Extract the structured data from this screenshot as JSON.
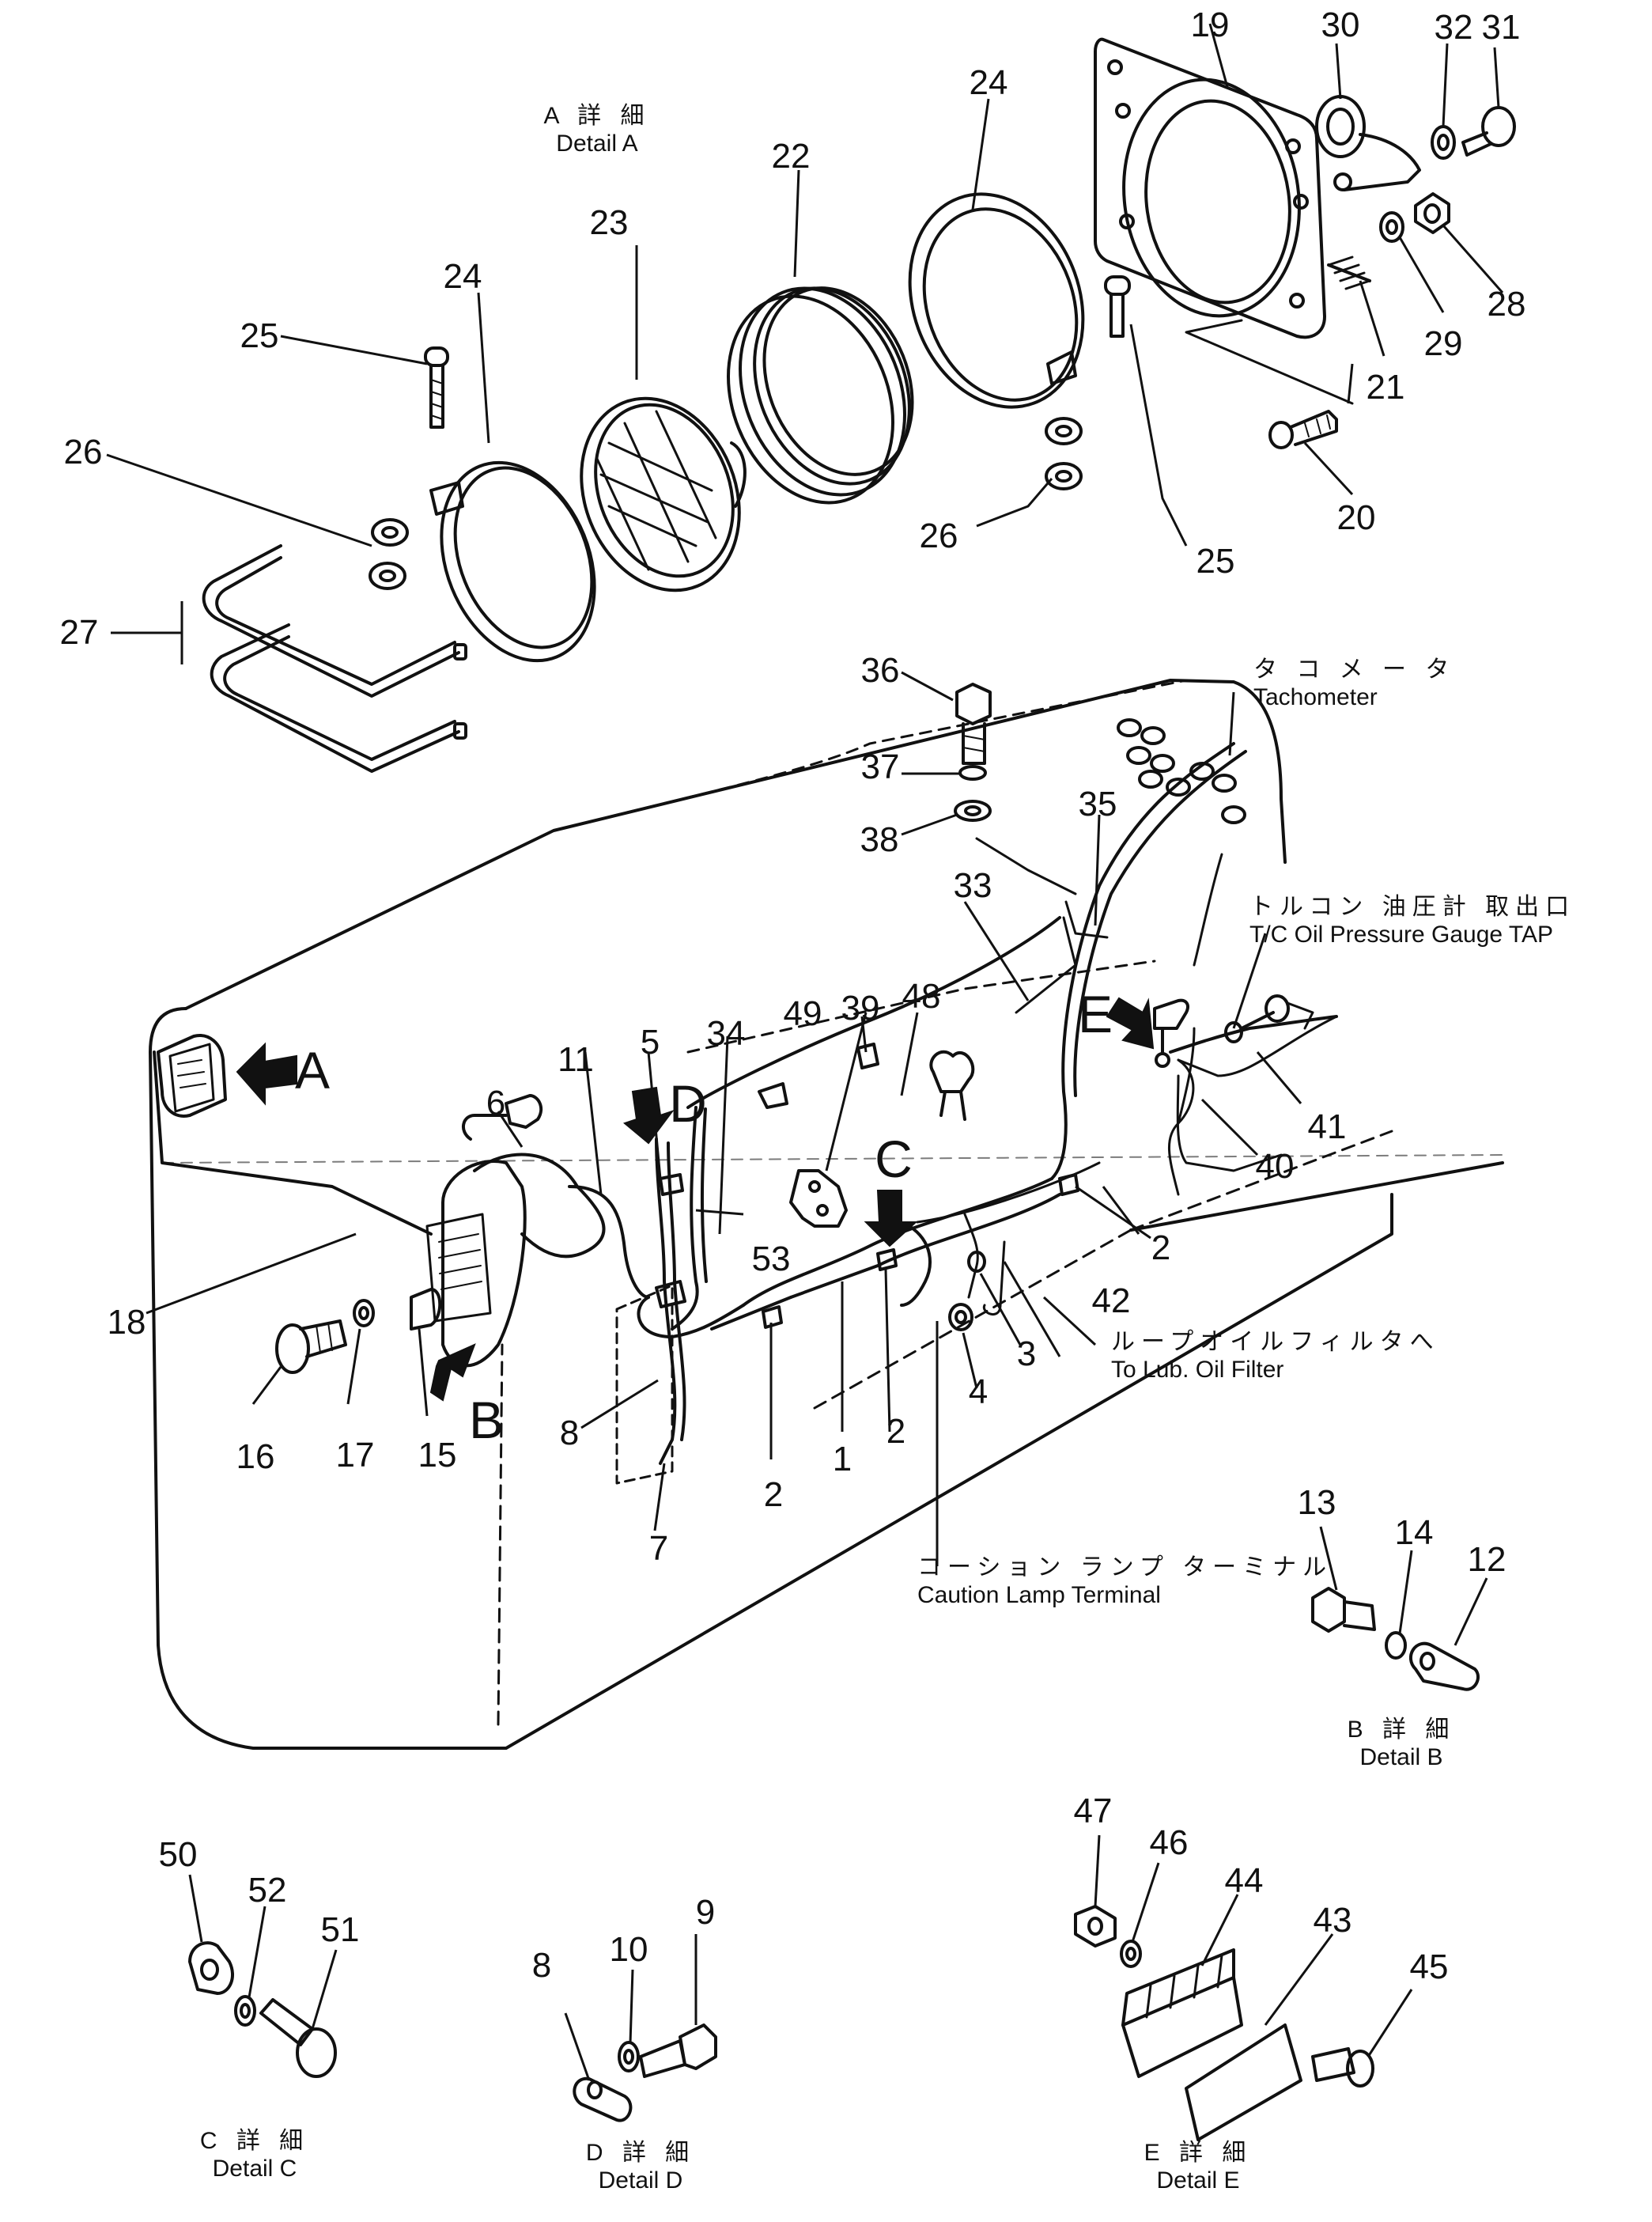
{
  "part_numbers": [
    {
      "id": "1",
      "label": "1"
    },
    {
      "id": "2a",
      "label": "2"
    },
    {
      "id": "2b",
      "label": "2"
    },
    {
      "id": "2c",
      "label": "2"
    },
    {
      "id": "3",
      "label": "3"
    },
    {
      "id": "4",
      "label": "4"
    },
    {
      "id": "5",
      "label": "5"
    },
    {
      "id": "6",
      "label": "6"
    },
    {
      "id": "7",
      "label": "7"
    },
    {
      "id": "8a",
      "label": "8"
    },
    {
      "id": "8b",
      "label": "8"
    },
    {
      "id": "9",
      "label": "9"
    },
    {
      "id": "10",
      "label": "10"
    },
    {
      "id": "11",
      "label": "11"
    },
    {
      "id": "12",
      "label": "12"
    },
    {
      "id": "13",
      "label": "13"
    },
    {
      "id": "14",
      "label": "14"
    },
    {
      "id": "15",
      "label": "15"
    },
    {
      "id": "16",
      "label": "16"
    },
    {
      "id": "17",
      "label": "17"
    },
    {
      "id": "18",
      "label": "18"
    },
    {
      "id": "19",
      "label": "19"
    },
    {
      "id": "20",
      "label": "20"
    },
    {
      "id": "21",
      "label": "21"
    },
    {
      "id": "22",
      "label": "22"
    },
    {
      "id": "23",
      "label": "23"
    },
    {
      "id": "24a",
      "label": "24"
    },
    {
      "id": "24b",
      "label": "24"
    },
    {
      "id": "25a",
      "label": "25"
    },
    {
      "id": "25b",
      "label": "25"
    },
    {
      "id": "26a",
      "label": "26"
    },
    {
      "id": "26b",
      "label": "26"
    },
    {
      "id": "27",
      "label": "27"
    },
    {
      "id": "28",
      "label": "28"
    },
    {
      "id": "29",
      "label": "29"
    },
    {
      "id": "30",
      "label": "30"
    },
    {
      "id": "31",
      "label": "31"
    },
    {
      "id": "32",
      "label": "32"
    },
    {
      "id": "33",
      "label": "33"
    },
    {
      "id": "34",
      "label": "34"
    },
    {
      "id": "35",
      "label": "35"
    },
    {
      "id": "36",
      "label": "36"
    },
    {
      "id": "37",
      "label": "37"
    },
    {
      "id": "38",
      "label": "38"
    },
    {
      "id": "39",
      "label": "39"
    },
    {
      "id": "40",
      "label": "40"
    },
    {
      "id": "41",
      "label": "41"
    },
    {
      "id": "42",
      "label": "42"
    },
    {
      "id": "43",
      "label": "43"
    },
    {
      "id": "44",
      "label": "44"
    },
    {
      "id": "45",
      "label": "45"
    },
    {
      "id": "46",
      "label": "46"
    },
    {
      "id": "47",
      "label": "47"
    },
    {
      "id": "48",
      "label": "48"
    },
    {
      "id": "49",
      "label": "49"
    },
    {
      "id": "50",
      "label": "50"
    },
    {
      "id": "51",
      "label": "51"
    },
    {
      "id": "52",
      "label": "52"
    },
    {
      "id": "53",
      "label": "53"
    }
  ],
  "detail_markers": {
    "a": "A",
    "b": "B",
    "c": "C",
    "d": "D",
    "e": "E"
  },
  "captions": {
    "detail_a": {
      "jp": "A 詳 細",
      "en": "Detail A"
    },
    "detail_b": {
      "jp": "B 詳 細",
      "en": "Detail B"
    },
    "detail_c": {
      "jp": "C 詳 細",
      "en": "Detail C"
    },
    "detail_d": {
      "jp": "D 詳 細",
      "en": "Detail D"
    },
    "detail_e": {
      "jp": "E 詳 細",
      "en": "Detail E"
    },
    "tachometer": {
      "jp": "タ コ メ ー タ",
      "en": "Tachometer"
    },
    "tc_gauge": {
      "jp": "トルコン 油圧計 取出口",
      "en": "T/C Oil Pressure Gauge TAP"
    },
    "lub_filter": {
      "jp": "ループオイルフィルタへ",
      "en": "To Lub. Oil Filter"
    },
    "caution_lamp": {
      "jp": "コーション ランプ ターミナル",
      "en": "Caution Lamp Terminal"
    }
  }
}
